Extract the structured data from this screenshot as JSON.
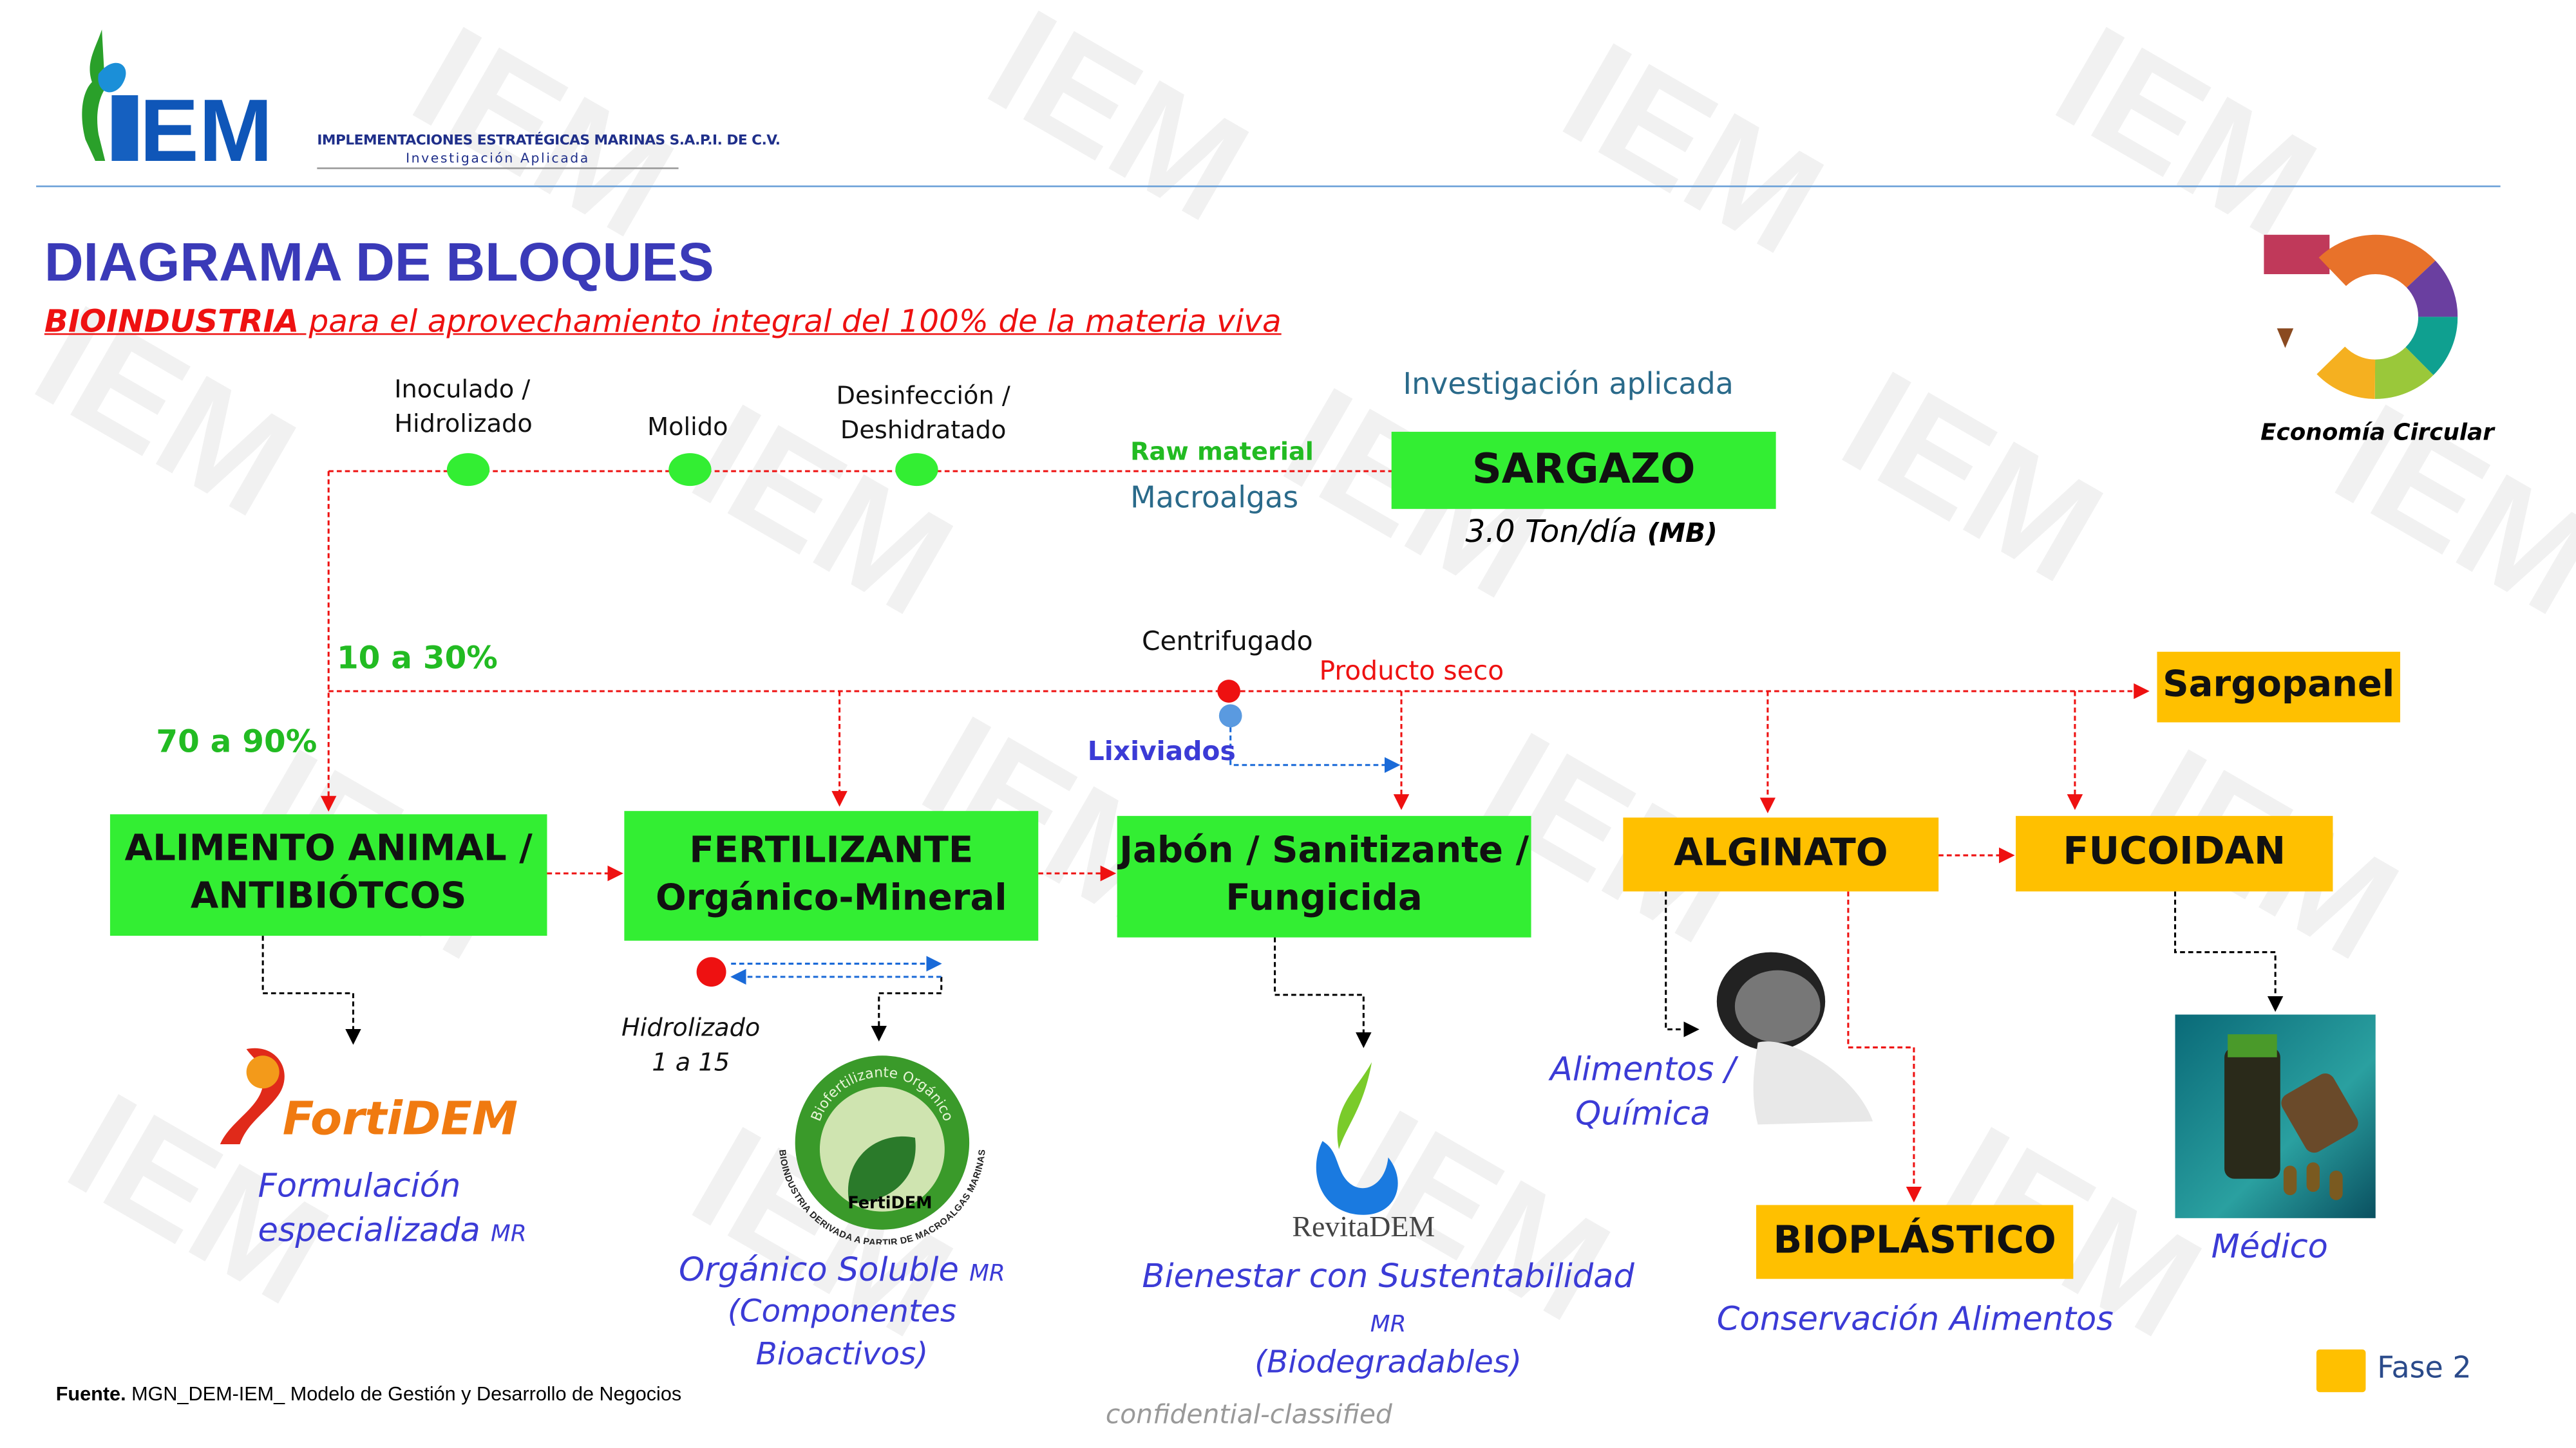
{
  "header": {
    "company": "IMPLEMENTACIONES ESTRATÉGICAS MARINAS S.A.P.I. DE C.V.",
    "tagline": "Investigación Aplicada",
    "logo_text": "IEM"
  },
  "title": "DIAGRAMA DE BLOQUES",
  "subtitle": {
    "bold": "BIOINDUSTRIA",
    "rest": " para el aprovechamiento integral del 100% de la materia viva"
  },
  "process_steps": [
    "Inoculado / Hidrolizado",
    "Molido",
    "Desinfección / Deshidratado"
  ],
  "raw": {
    "label": "Raw material",
    "type": "Macroalgas",
    "research": "Investigación aplicada",
    "box": "SARGAZO",
    "qty": "3.0 Ton/día",
    "qty_unit": "(MB)"
  },
  "circular": {
    "label": "Economía Circular"
  },
  "percent": {
    "low": "10 a 30%",
    "high": "70 a 90%"
  },
  "centrifuge": {
    "label": "Centrifugado",
    "dry": "Producto seco",
    "leach": "Lixiviados"
  },
  "boxes": {
    "alimento": [
      "ALIMENTO ANIMAL /",
      "ANTIBIÓTCOS"
    ],
    "fertilizante": [
      "FERTILIZANTE",
      "Orgánico-Mineral"
    ],
    "jabon": [
      "Jabón / Sanitizante /",
      "Fungicida"
    ],
    "alginato": "ALGINATO",
    "fucoidan": "FUCOIDAN",
    "sargopanel": "Sargopanel",
    "bioplastico": "BIOPLÁSTICO"
  },
  "hidrolizado": [
    "Hidrolizado",
    "1 a 15"
  ],
  "products": {
    "fortidem": {
      "logo": "FortiDEM",
      "line1": "Formulación",
      "line2": "especializada",
      "mr": "MR"
    },
    "fertidem": {
      "logo": "FertiDEM",
      "ring_top": "Biofertilizante Orgánico",
      "ring_bottom": "BIOINDUSTRIA DERIVADA A PARTIR DE MACROALGAS MARINAS",
      "line1": "Orgánico Soluble",
      "mr": "MR",
      "line2": "(Componentes Bioactivos)"
    },
    "revitadem": {
      "logo": "RevitaDEM",
      "line1": "Bienestar con Sustentabilidad",
      "mr": "MR",
      "line2": "(Biodegradables)"
    },
    "alginato": {
      "line1": "Alimentos /",
      "line2": "Química"
    },
    "bioplastico": {
      "line1": "Conservación Alimentos"
    },
    "fucoidan": {
      "line1": "Médico"
    }
  },
  "legend": {
    "label": "Fase 2",
    "color": "#ffc000"
  },
  "footer": {
    "source_bold": "Fuente.",
    "source": " MGN_DEM-IEM_ Modelo de Gestión y Desarrollo de Negocios",
    "confidential": "confidential-classified"
  },
  "colors": {
    "green": "#33ee33",
    "orange": "#ffc000",
    "title": "#3a3ab8",
    "red": "#ee1111",
    "blue": "#3b3bd6"
  }
}
